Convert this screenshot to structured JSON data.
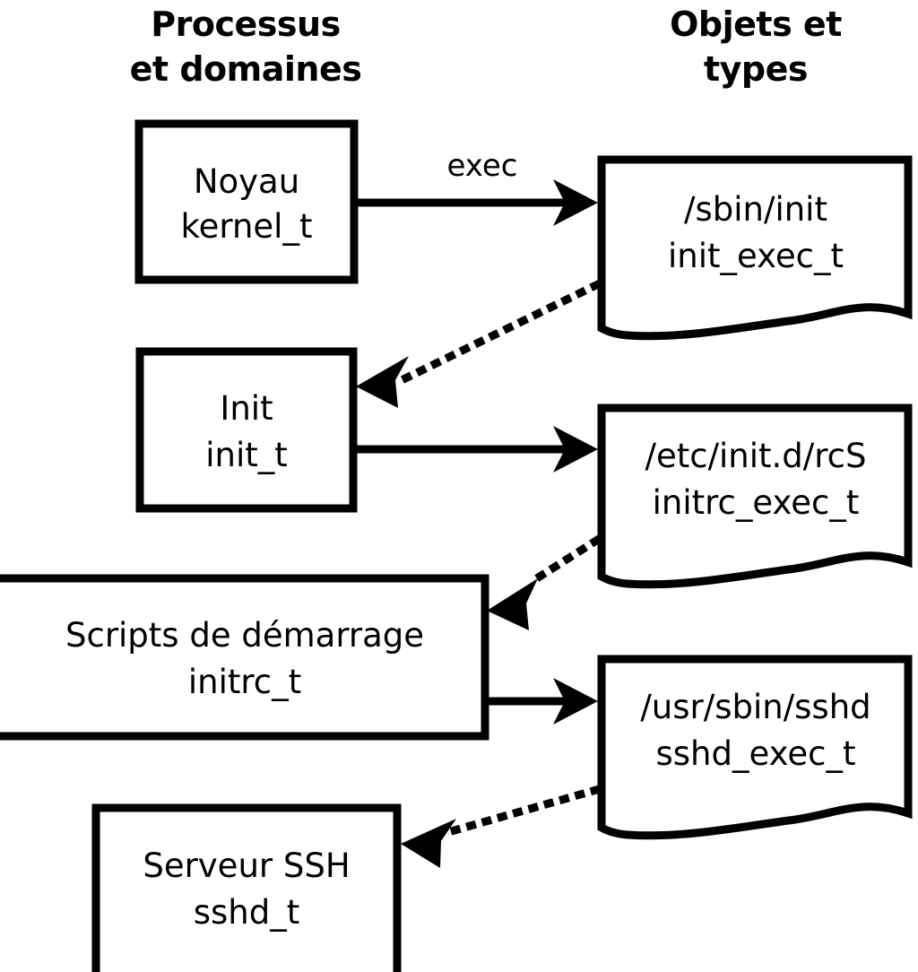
{
  "diagram": {
    "title_left": "Processus\net domaines",
    "columns": [
      {
        "id": "processes",
        "line1": "Processus",
        "line2": "et domaines"
      },
      {
        "id": "objects",
        "line1": "Objets et",
        "line2": "types"
      }
    ],
    "process_nodes": [
      {
        "id": "kernel",
        "line1": "Noyau",
        "line2": "kernel_t"
      },
      {
        "id": "init",
        "line1": "Init",
        "line2": "init_t"
      },
      {
        "id": "initrc",
        "line1": "Scripts de démarrage",
        "line2": "initrc_t"
      },
      {
        "id": "sshd",
        "line1": "Serveur SSH",
        "line2": "sshd_t"
      }
    ],
    "object_nodes": [
      {
        "id": "init_exec",
        "line1": "/sbin/init",
        "line2": "init_exec_t"
      },
      {
        "id": "initrc_exec",
        "line1": "/etc/init.d/rcS",
        "line2": "initrc_exec_t"
      },
      {
        "id": "sshd_exec",
        "line1": "/usr/sbin/sshd",
        "line2": "sshd_exec_t"
      }
    ],
    "edges": [
      {
        "id": "kernel-exec-init_exec",
        "label": "exec",
        "style": "solid",
        "from": "kernel",
        "to": "init_exec"
      },
      {
        "id": "init_exec-transition-init",
        "label": "",
        "style": "dotted",
        "from": "init_exec",
        "to": "init"
      },
      {
        "id": "init-exec-initrc_exec",
        "label": "",
        "style": "solid",
        "from": "init",
        "to": "initrc_exec"
      },
      {
        "id": "initrc_exec-transition-initrc",
        "label": "",
        "style": "dotted",
        "from": "initrc_exec",
        "to": "initrc"
      },
      {
        "id": "initrc-exec-sshd_exec",
        "label": "",
        "style": "solid",
        "from": "initrc",
        "to": "sshd_exec"
      },
      {
        "id": "sshd_exec-transition-sshd",
        "label": "",
        "style": "dotted",
        "from": "sshd_exec",
        "to": "sshd"
      }
    ],
    "colors": {
      "background": "#ffffff",
      "stroke": "#000000",
      "fill": "#ffffff",
      "text": "#000000"
    }
  }
}
